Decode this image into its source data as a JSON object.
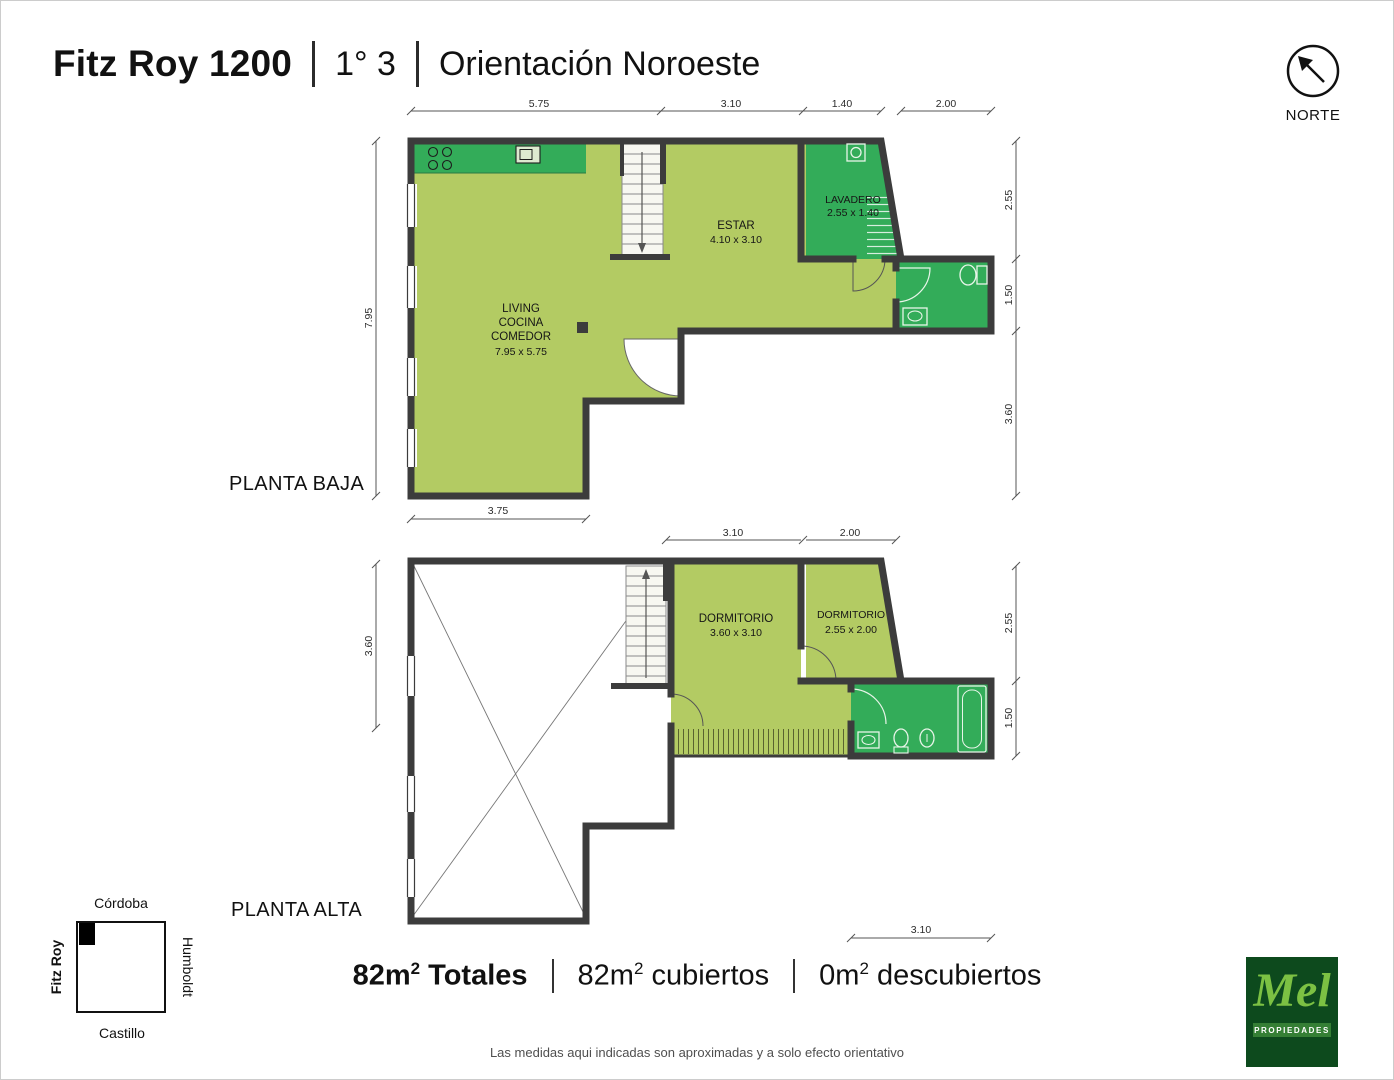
{
  "header": {
    "title": "Fitz Roy 1200",
    "unit": "1° 3",
    "orientation": "Orientación Noroeste"
  },
  "north_label": "NORTE",
  "planta_baja": {
    "label": "PLANTA BAJA",
    "dim_top": [
      "5.75",
      "3.10",
      "1.40",
      "2.00"
    ],
    "dim_left": "7.95",
    "dim_right": [
      "2.55",
      "1.50",
      "3.60"
    ],
    "dim_bottom": "3.75",
    "living": {
      "l1": "LIVING",
      "l2": "COCINA",
      "l3": "COMEDOR",
      "size": "7.95 x 5.75"
    },
    "estar": {
      "name": "ESTAR",
      "size": "4.10 x 3.10"
    },
    "lavadero": {
      "name": "LAVADERO",
      "size": "2.55 x 1.40"
    }
  },
  "planta_alta": {
    "label": "PLANTA ALTA",
    "dim_top": [
      "3.10",
      "2.00"
    ],
    "dim_left": "3.60",
    "dim_right": [
      "2.55",
      "1.50"
    ],
    "dim_bottom": "3.10",
    "dorm1": {
      "name": "DORMITORIO",
      "size": "3.60 x 3.10"
    },
    "dorm2": {
      "name": "DORMITORIO",
      "size": "2.55 x 2.00"
    }
  },
  "map": {
    "top": "Córdoba",
    "right": "Humboldt",
    "bottom": "Castillo",
    "left": "Fitz Roy"
  },
  "totals": {
    "t1v": "82m",
    "t1s": "2",
    "t1l": " Totales",
    "t2v": "82m",
    "t2s": "2",
    "t2l": " cubiertos",
    "t3v": "0m",
    "t3s": "2",
    "t3l": " descubiertos"
  },
  "disclaimer": "Las medidas aqui indicadas son aproximadas y a solo efecto orientativo",
  "logo": {
    "brand": "Mel",
    "sub": "PROPIEDADES"
  },
  "colors": {
    "floor_light": "#b3cb63",
    "floor_wet": "#33ac59",
    "wall": "#3c3c3c",
    "logo_bg": "#0d4a1d",
    "logo_text": "#7cc143"
  }
}
